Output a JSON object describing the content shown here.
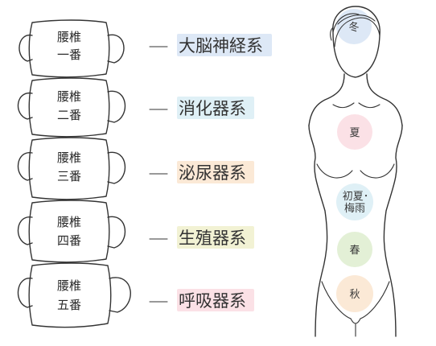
{
  "vertebrae": [
    {
      "line1": "腰椎",
      "line2": "一番",
      "system": "大脳神経系",
      "color": "#dde8f6"
    },
    {
      "line1": "腰椎",
      "line2": "二番",
      "system": "消化器系",
      "color": "#dff0f6"
    },
    {
      "line1": "腰椎",
      "line2": "三番",
      "system": "泌尿器系",
      "color": "#fbe9d6"
    },
    {
      "line1": "腰椎",
      "line2": "四番",
      "system": "生殖器系",
      "color": "#f2f2d4"
    },
    {
      "line1": "腰椎",
      "line2": "五番",
      "system": "呼吸器系",
      "color": "#fbe1e6"
    }
  ],
  "zones": [
    {
      "label": "冬",
      "color": "#dde8f6"
    },
    {
      "label": "夏",
      "color": "#fbe1e6"
    },
    {
      "label": "初夏･",
      "label2": "梅雨",
      "color": "#dff0f6"
    },
    {
      "label": "春",
      "color": "#e3f0d6"
    },
    {
      "label": "秋",
      "color": "#fbe9d6"
    }
  ]
}
